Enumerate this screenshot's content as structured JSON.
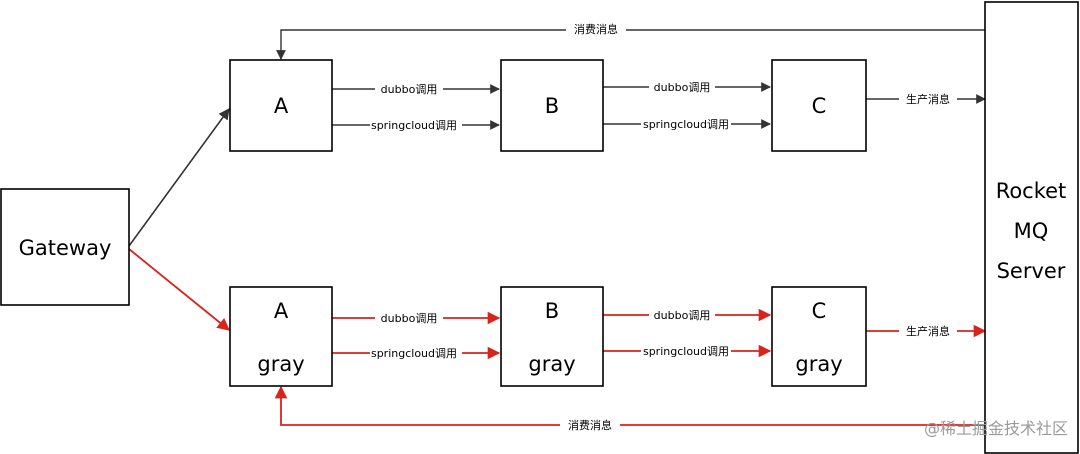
{
  "nodes": {
    "gateway": "Gateway",
    "server": [
      "Rocket",
      "MQ",
      "Server"
    ],
    "a": "A",
    "b": "B",
    "c": "C",
    "gray": "gray"
  },
  "edges": {
    "dubbo": "dubbo调用",
    "springcloud": "springcloud调用",
    "produce": "生产消息",
    "consume": "消费消息"
  },
  "colors": {
    "normal": "#333333",
    "gray_route": "#d9231d"
  },
  "watermark": "@稀土掘金技术社区"
}
